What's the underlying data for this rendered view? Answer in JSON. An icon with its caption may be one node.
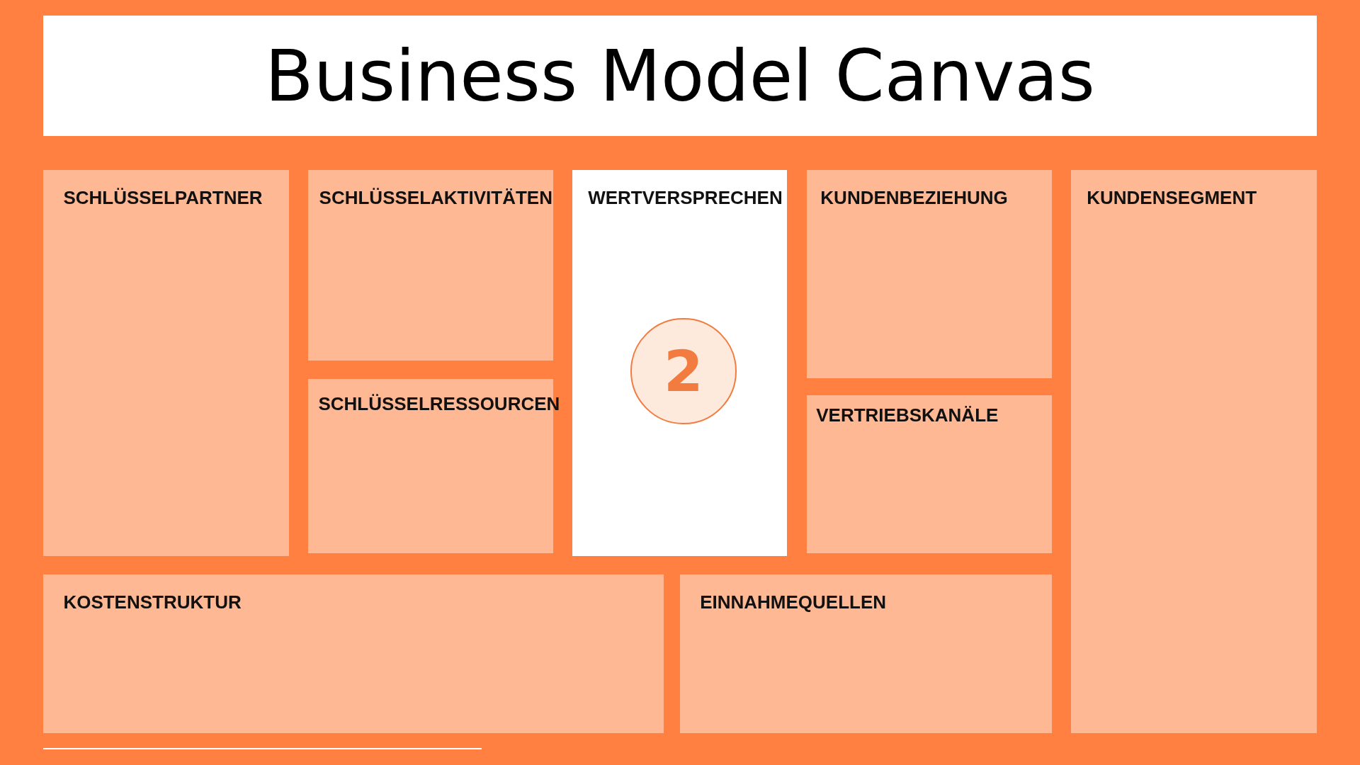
{
  "diagram": {
    "title": "Business Model Canvas",
    "nodes": [
      {
        "text": [
          "SCHLÜSSELPARTNER"
        ]
      },
      {
        "text": [
          "SCHLÜSSELAKTIVITÄTEN"
        ]
      },
      {
        "text": [
          "SCHLÜSSELRESSOURCEN"
        ]
      },
      {
        "text": [
          "WERTVERSPRECHEN"
        ]
      },
      {
        "text": [
          "2"
        ],
        "in": 3
      },
      {
        "text": [
          "KUNDENBEZIEHUNG"
        ]
      },
      {
        "text": [
          "VERTRIEBSKANÄLE"
        ]
      },
      {
        "text": [
          "KUNDENSEGMENT"
        ]
      },
      {
        "text": [
          "KOSTENSTRUKTUR"
        ]
      },
      {
        "text": [
          "EINNAHMEQUELLEN"
        ]
      }
    ]
  }
}
